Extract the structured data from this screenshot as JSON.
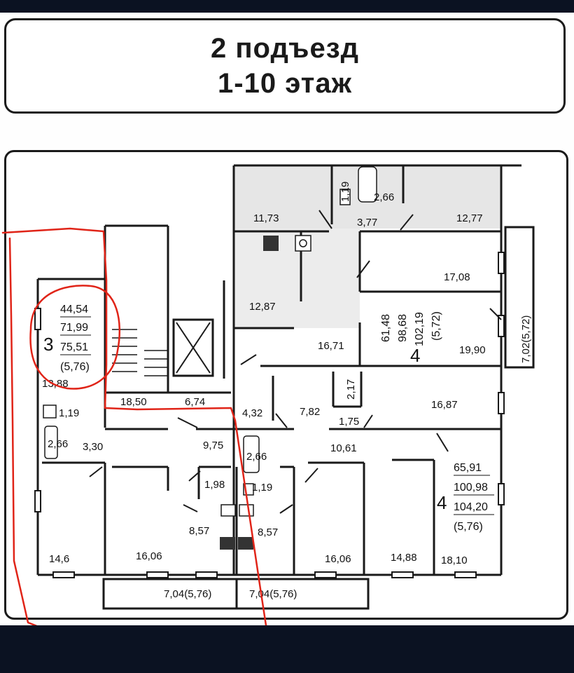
{
  "header": {
    "line1": "2 подъезд",
    "line2": "1-10 этаж"
  },
  "apartments": {
    "apt3": {
      "rooms": "3",
      "stats": [
        "44,54",
        "71,99",
        "75,51",
        "(5,76)"
      ]
    },
    "apt4_top": {
      "rooms": "4",
      "stats": [
        "61,48",
        "98,68",
        "102,19",
        "(5,72)"
      ]
    },
    "apt4_right": {
      "rooms": "4",
      "stats": [
        "65,91",
        "100,98",
        "104,20",
        "(5,76)"
      ]
    }
  },
  "areas": {
    "a11_73": "11,73",
    "a2_66_top": "2,66",
    "a1_19_top": "1,19",
    "a3_77": "3,77",
    "a12_77": "12,77",
    "a17_08": "17,08",
    "a7_02": "7,02(5,72)",
    "a12_87": "12,87",
    "a16_71": "16,71",
    "a19_90": "19,90",
    "a13_88": "13,88",
    "a18_50": "18,50",
    "a6_74": "6,74",
    "a4_32": "4,32",
    "a7_82": "7,82",
    "a2_17": "2,17",
    "a1_75": "1,75",
    "a16_87": "16,87",
    "a1_19_left": "1,19",
    "a2_66_left": "2,66",
    "a3_30": "3,30",
    "a9_75": "9,75",
    "a2_66_mid": "2,66",
    "a10_61": "10,61",
    "a1_98": "1,98",
    "a1_19_mid": "1,19",
    "a8_57_l": "8,57",
    "a8_57_r": "8,57",
    "a14_6": "14,6",
    "a16_06_l": "16,06",
    "a16_06_r": "16,06",
    "a14_88": "14,88",
    "a18_10": "18,10",
    "a7_04_l": "7,04(5,76)",
    "a7_04_r": "7,04(5,76)"
  },
  "colors": {
    "background": "#0b1222",
    "line": "#1a1a1a",
    "annotation": "#e02418"
  }
}
